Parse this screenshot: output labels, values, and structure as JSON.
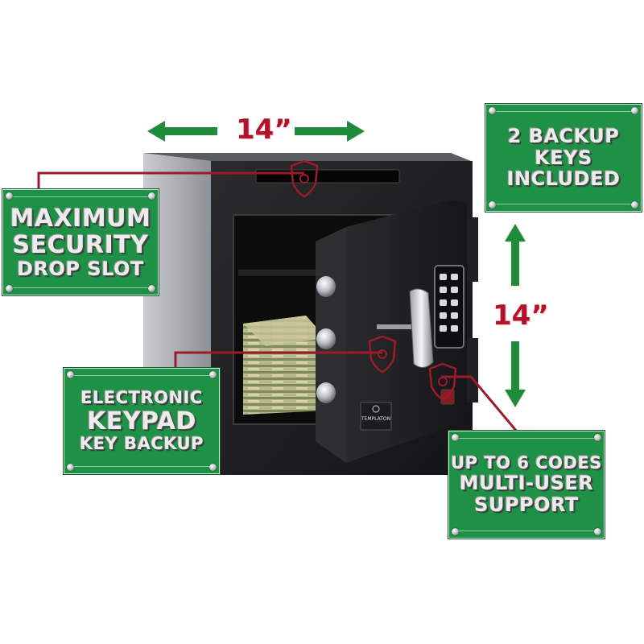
{
  "callouts": {
    "drop_slot": [
      "MAXIMUM",
      "SECURITY",
      "DROP SLOT"
    ],
    "backup_keys": [
      "2 BACKUP",
      "KEYS",
      "INCLUDED"
    ],
    "keypad": [
      "ELECTRONIC",
      "KEYPAD",
      "KEY BACKUP"
    ],
    "codes": [
      "UP TO 6 CODES",
      "MULTI-USER",
      "SUPPORT"
    ]
  },
  "dimensions": {
    "width": "14”",
    "height": "14”"
  },
  "brand": {
    "logo_text": "TEMPLATON"
  },
  "colors": {
    "plate_green": "#1f9146",
    "leader_red": "#9c1a2a",
    "arrow_green": "#1e8c3a",
    "safe_black": "#1b1b1d"
  }
}
